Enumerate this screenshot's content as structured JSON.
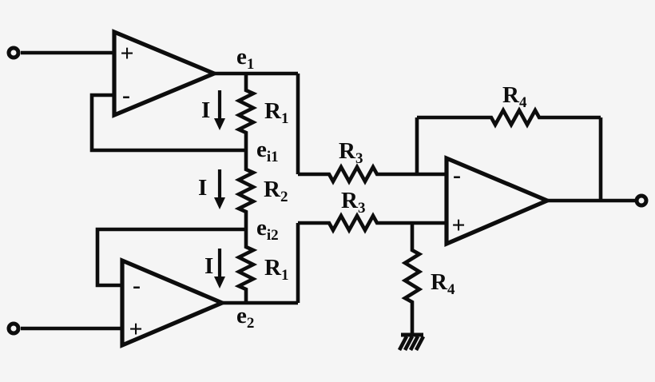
{
  "colors": {
    "bg": "#f5f5f5",
    "ink": "#0d0d0d"
  },
  "schematic": {
    "type": "three-opamp-instrumentation-amplifier",
    "nodes": {
      "e1": {
        "base": "e",
        "sub": "1"
      },
      "ei1": {
        "base": "e",
        "sub": "i1"
      },
      "ei2": {
        "base": "e",
        "sub": "i2"
      },
      "e2": {
        "base": "e",
        "sub": "2"
      }
    },
    "resistors": {
      "r1_top": {
        "base": "R",
        "sub": "1"
      },
      "r2_mid": {
        "base": "R",
        "sub": "2"
      },
      "r1_bot": {
        "base": "R",
        "sub": "1"
      },
      "r3_top": {
        "base": "R",
        "sub": "3"
      },
      "r3_bot": {
        "base": "R",
        "sub": "3"
      },
      "r4_fb": {
        "base": "R",
        "sub": "4"
      },
      "r4_gnd": {
        "base": "R",
        "sub": "4"
      }
    },
    "currents": {
      "i_top": "I",
      "i_mid": "I",
      "i_bot": "I"
    },
    "opamps": {
      "a1": {
        "noninverting": "+",
        "inverting": "-"
      },
      "a2": {
        "inverting": "-",
        "noninverting": "+"
      },
      "a3": {
        "inverting": "-",
        "noninverting": "+"
      }
    },
    "icons": {
      "input_terminal": "open-circle",
      "output_terminal": "open-circle",
      "ground": "chassis-ground-hatch"
    }
  }
}
